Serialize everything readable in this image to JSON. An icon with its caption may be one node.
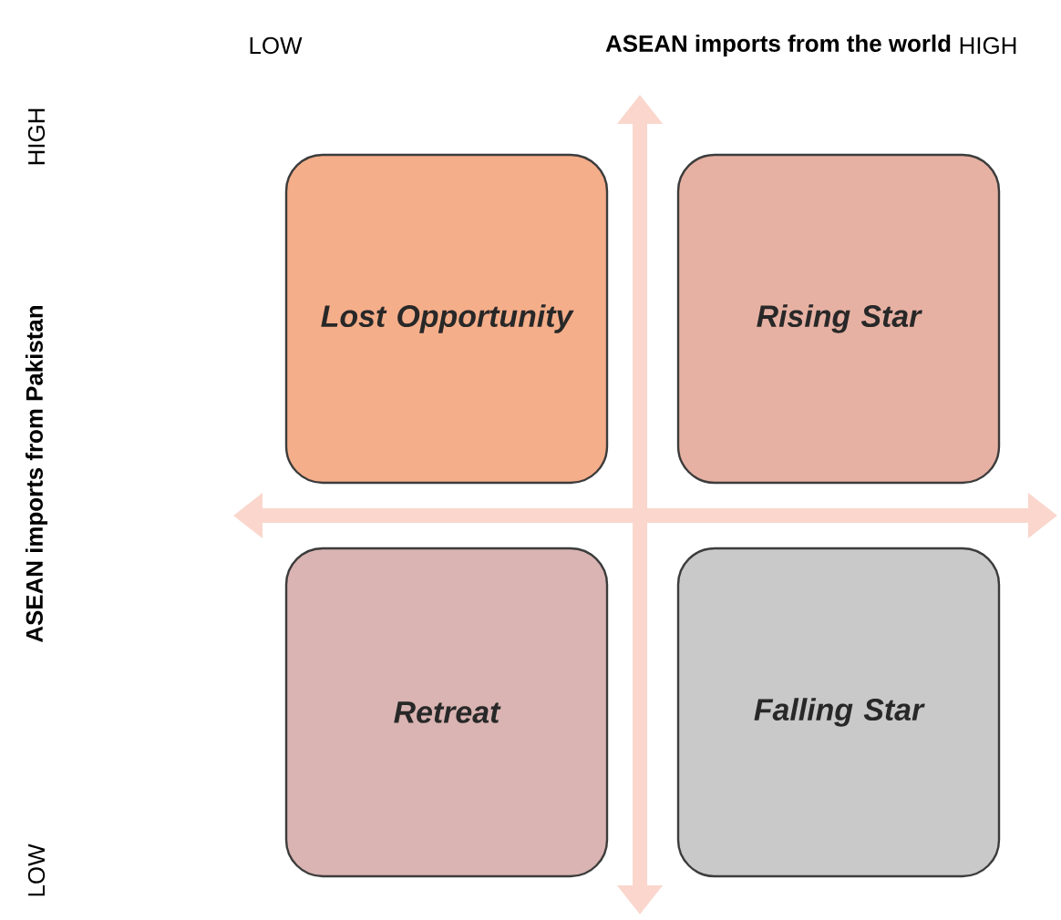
{
  "diagram": {
    "nodes": [
      {
        "text": [
          "Lost Opportunity"
        ]
      },
      {
        "text": [
          "Rising Star"
        ]
      },
      {
        "text": [
          "Retreat"
        ]
      },
      {
        "text": [
          "Falling Star"
        ]
      }
    ],
    "labels": [
      "LOW",
      "ASEAN imports from the world",
      "HIGH",
      "HIGH",
      "ASEAN imports from Pakistan",
      "LOW"
    ]
  }
}
